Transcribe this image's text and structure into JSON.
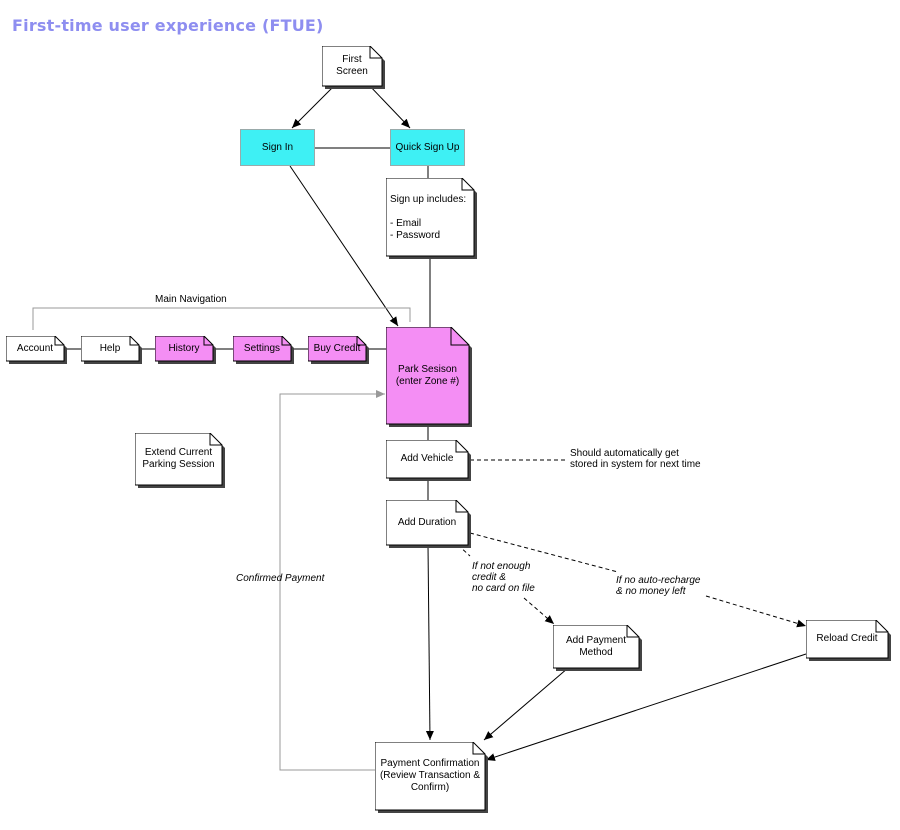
{
  "page_title": "First-time user experience (FTUE)",
  "nodes": {
    "first_screen": "First\nScreen",
    "sign_in": "Sign In",
    "quick_sign_up": "Quick Sign Up",
    "signup_note": "Sign up includes:\n\n- Email\n- Password",
    "park_session": "Park Sesison\n(enter Zone #)",
    "add_vehicle": "Add Vehicle",
    "add_duration": "Add Duration",
    "add_payment_method": "Add Payment\nMethod",
    "reload_credit": "Reload Credit",
    "payment_confirmation": "Payment Confirmation\n(Review Transaction &\nConfirm)",
    "extend_session": "Extend Current\nParking Session"
  },
  "navigation": {
    "title": "Main Navigation",
    "items": [
      "Account",
      "Help",
      "History",
      "Settings",
      "Buy Credit"
    ]
  },
  "annotations": {
    "vehicle_note": "Should automatically get\nstored in system for next time",
    "no_credit": "If not enough\ncredit &\nno card on file",
    "no_recharge": "If no auto-recharge\n& no money left",
    "confirmed_payment": "Confirmed Payment"
  },
  "colors": {
    "title": "#8e8ef0",
    "cyan": "#3ef0f4",
    "pink": "#f48ef4"
  }
}
